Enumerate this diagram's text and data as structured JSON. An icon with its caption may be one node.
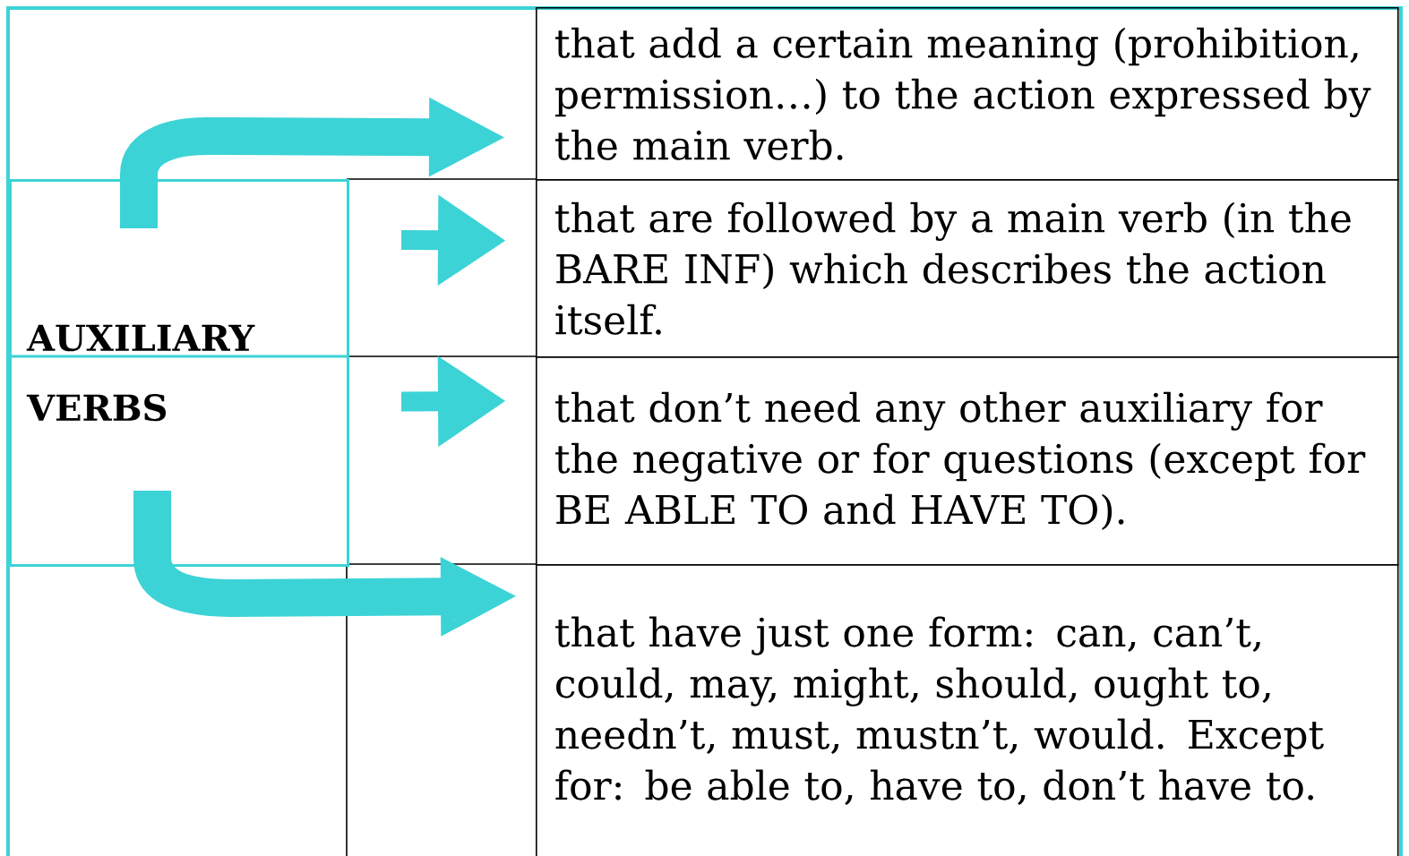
{
  "diagram": {
    "nodes": [
      {
        "text": [
          "AUXILIARY VERBS"
        ]
      },
      {
        "text": [
          "that add a certain meaning (prohibition, permission…) to the action expressed by the main verb."
        ]
      },
      {
        "text": [
          "that are followed by a main verb (in the BARE INF) which describes the action itself."
        ]
      },
      {
        "text": [
          "that don’t need any other auxiliary for the negative or for questions (except for BE ABLE TO and HAVE TO)."
        ]
      },
      {
        "text": [
          "that have just one form: can, can’t, could, may, might, should, ought to, needn’t, must, mustn’t, would. Except for: be able to, have to, don’t have to."
        ]
      }
    ],
    "edges": [
      {
        "from": 0,
        "to": 1,
        "arrow": "to",
        "style": "thick"
      },
      {
        "from": 0,
        "to": 2,
        "arrow": "to"
      },
      {
        "from": 0,
        "to": 3,
        "arrow": "to"
      },
      {
        "from": 0,
        "to": 4,
        "arrow": "to",
        "style": "thick"
      }
    ]
  }
}
